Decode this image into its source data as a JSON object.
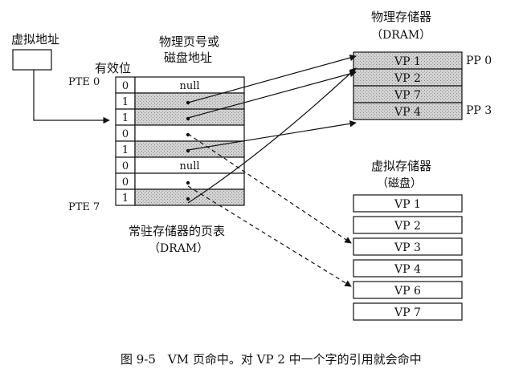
{
  "labels": {
    "virtual_address": "虚拟地址",
    "valid": "有效位",
    "ppn_line1": "物理页号或",
    "ppn_line2": "磁盘地址",
    "pte0": "PTE 0",
    "pte7": "PTE 7",
    "page_table_line1": "常驻存储器的页表",
    "page_table_line2": "（DRAM）",
    "phys_mem_line1": "物理存储器",
    "phys_mem_line2": "（DRAM）",
    "virt_mem_line1": "虚拟存储器",
    "virt_mem_line2": "（磁盘）"
  },
  "page_table": [
    {
      "valid": "0",
      "content": "null",
      "shaded": false
    },
    {
      "valid": "1",
      "content": "",
      "shaded": true
    },
    {
      "valid": "1",
      "content": "",
      "shaded": true
    },
    {
      "valid": "0",
      "content": "",
      "shaded": false
    },
    {
      "valid": "1",
      "content": "",
      "shaded": true
    },
    {
      "valid": "0",
      "content": "null",
      "shaded": false
    },
    {
      "valid": "0",
      "content": "",
      "shaded": false
    },
    {
      "valid": "1",
      "content": "",
      "shaded": true
    }
  ],
  "physical_pages": [
    "VP 1",
    "VP 2",
    "VP 7",
    "VP 4"
  ],
  "pp_labels": {
    "first": "PP 0",
    "last": "PP 3"
  },
  "disk_pages": [
    "VP 1",
    "VP 2",
    "VP 3",
    "VP 4",
    "VP 6",
    "VP 7"
  ],
  "caption": "图 9-5　VM 页命中。对 VP 2 中一个字的引用就会命中"
}
